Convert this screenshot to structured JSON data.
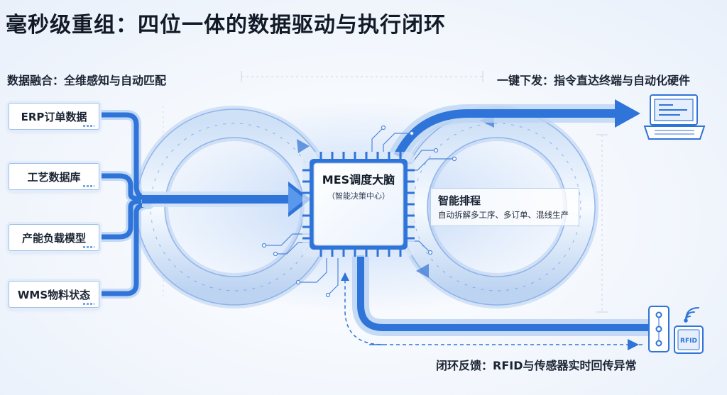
{
  "title": "毫秒级重组：四位一体的数据驱动与执行闭环",
  "sections": {
    "fusion": "数据融合：全维感知与自动匹配",
    "dispatch": "一键下发：指令直达终端与自动化硬件",
    "feedback": "闭环反馈：RFID与传感器实时回传异常"
  },
  "sources": [
    {
      "label": "ERP订单数据"
    },
    {
      "label": "工艺数据库"
    },
    {
      "label": "产能负载模型"
    },
    {
      "label": "WMS物料状态"
    }
  ],
  "hub": {
    "title": "MES调度大脑",
    "subtitle": "（智能决策中心）"
  },
  "scheduling": {
    "title": "智能排程",
    "subtitle": "自动拆解多工序、多订单、混线生产"
  },
  "rfid_label": "RFID",
  "colors": {
    "accent": "#2f74d8",
    "accent_light": "#9cc0ef",
    "text": "#1b2433"
  },
  "icons": [
    "laptop-icon",
    "rfid-reader-icon",
    "rfid-tag-icon",
    "wifi-signal-icon",
    "flow-arrow-icon"
  ]
}
